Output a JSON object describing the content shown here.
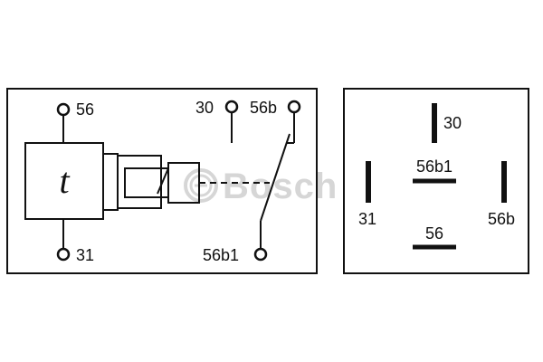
{
  "colors": {
    "ink": "#111111",
    "watermark": "#d6d6d6",
    "background": "#ffffff"
  },
  "schematic": {
    "timer_symbol": "t",
    "pins": {
      "p56": "56",
      "p31": "31",
      "p30": "30",
      "p56b": "56b",
      "p56b1": "56b1"
    }
  },
  "pinout": {
    "p30": "30",
    "p56b1": "56b1",
    "p31": "31",
    "p56b": "56b",
    "p56": "56"
  },
  "watermark": {
    "brand": "Bosch",
    "symbol": "bosch-logo-icon"
  }
}
